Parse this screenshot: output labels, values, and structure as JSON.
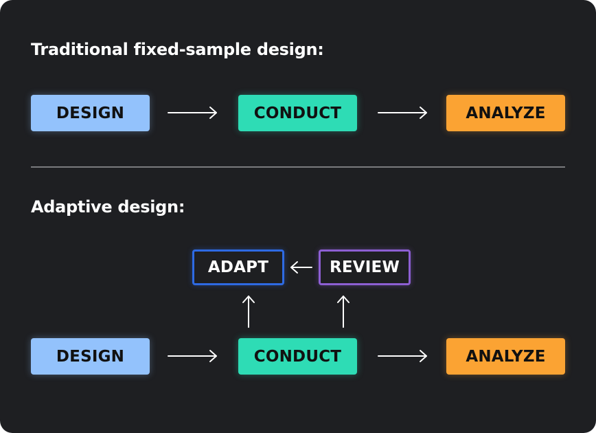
{
  "fixed": {
    "heading": "Traditional fixed-sample design:",
    "steps": [
      "DESIGN",
      "CONDUCT",
      "ANALYZE"
    ]
  },
  "adaptive": {
    "heading": "Adaptive design:",
    "steps": [
      "DESIGN",
      "CONDUCT",
      "ANALYZE"
    ],
    "loop": [
      "ADAPT",
      "REVIEW"
    ]
  },
  "colors": {
    "background": "#1e1f22",
    "design": "#93c2fc",
    "conduct": "#2edcb5",
    "analyze": "#fba333",
    "adapt_border": "#2e6ae3",
    "review_border": "#8d5fd3",
    "divider": "#7a7b7e"
  }
}
